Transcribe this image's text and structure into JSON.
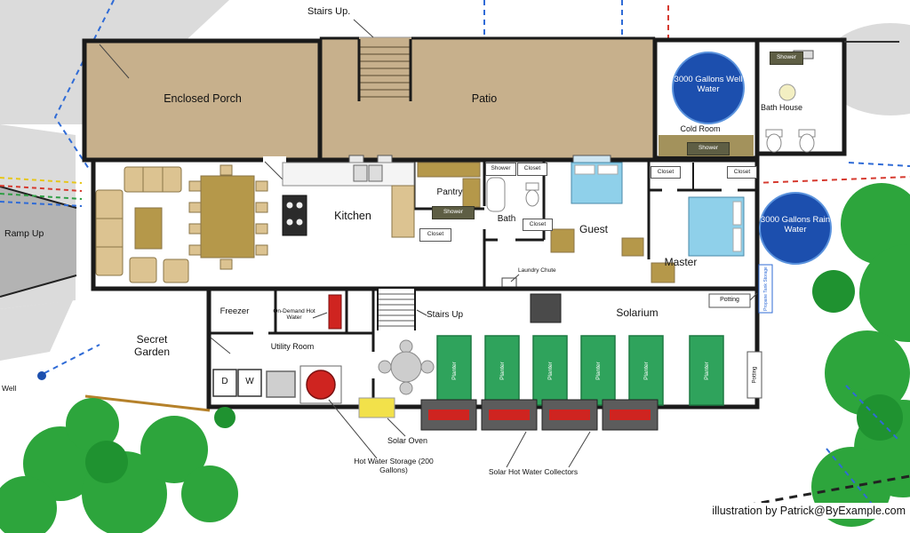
{
  "illustration": {
    "credit": "illustration by Patrick@ByExample.com"
  },
  "rooms": {
    "enclosed_porch": "Enclosed Porch",
    "patio": "Patio",
    "kitchen": "Kitchen",
    "pantry": "Pantry",
    "bath": "Bath",
    "guest": "Guest",
    "master": "Master",
    "freezer": "Freezer",
    "utility_room": "Utility Room",
    "solarium": "Solarium",
    "secret_garden": "Secret Garden",
    "cold_room": "Cold Room",
    "bath_house": "Bath House"
  },
  "features": {
    "stairs_up_top": "Stairs Up.",
    "stairs_up": "Stairs Up",
    "ramp_up": "Ramp Up",
    "well": "Well",
    "laundry_chute": "Laundry Chute",
    "on_demand_hot_water": "On-Demand Hot Water",
    "solar_oven": "Solar Oven",
    "hot_water_storage": "Hot Water Storage (200 Gallons)",
    "solar_hot_water_collectors": "Solar Hot Water Collectors",
    "shower": "Shower",
    "closet": "Closet",
    "planter": "Planter",
    "potting": "Potting",
    "propane_tank_storage": "Propane Tank Storage",
    "dryer": "D",
    "washer": "W"
  },
  "tanks": {
    "well_water": "3000 Gallons Well Water",
    "rain_water": "3000 Gallons Rain Water"
  },
  "colors": {
    "wall": "#1a1a1a",
    "tan": "#c7b08c",
    "wood": "#b5984a",
    "wood-light": "#dcc391",
    "tank-blue": "#1c4fae",
    "bed-blue": "#8fd0ea",
    "planter-green": "#2fa35c",
    "tree-green": "#2da53c",
    "tree-green-2": "#1f9230",
    "heater-red": "#cf2420",
    "collector-gray": "#5c5c5c",
    "road-gray": "#dbdbdb",
    "ramp-gray": "#b3b3b3",
    "badge-olive": "#5e5e44",
    "shelf-olive": "#a3925c",
    "oven-yellow": "#f2e14a",
    "line-blue": "#2f6bd6",
    "line-red": "#d63a2f",
    "line-yellow": "#e6c619",
    "line-green": "#2f9e44"
  }
}
